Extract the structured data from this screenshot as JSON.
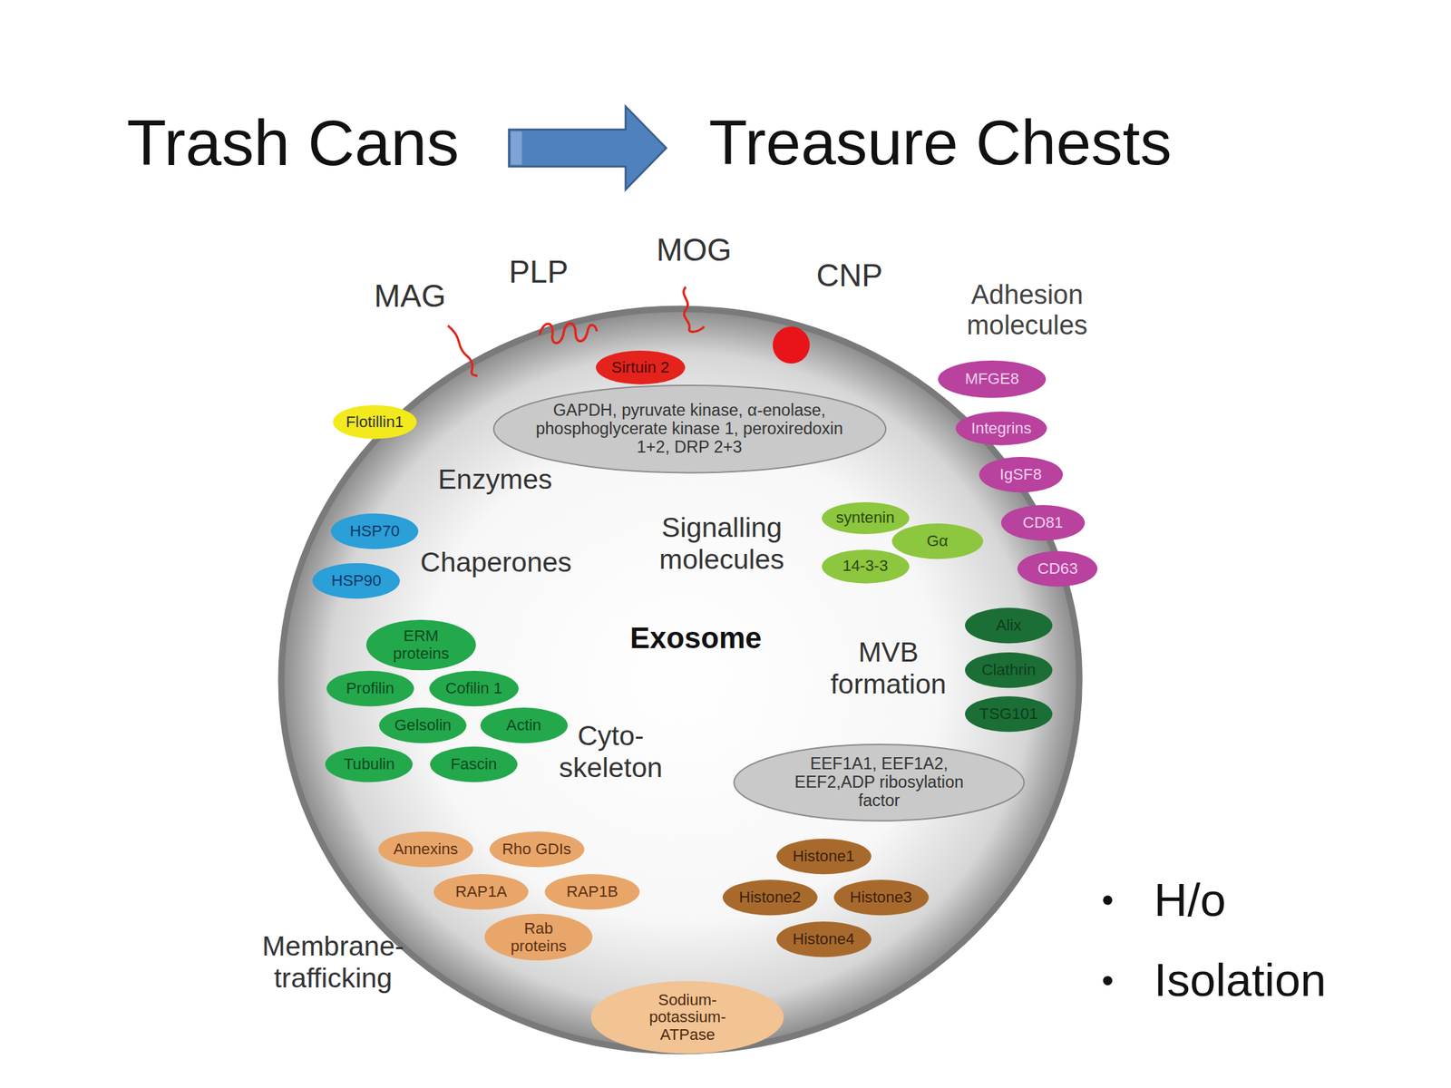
{
  "diagram": {
    "nodes": [
      {
        "text": [
          "Exosome"
        ]
      },
      {
        "text": [
          "Sirtuin 2"
        ],
        "in": 0
      },
      {
        "text": [
          "GAPDH, pyruvate kinase, α-enolase, phosphoglycerate kinase 1, peroxiredoxin 1+2, DRP 2+3"
        ],
        "in": 0
      },
      {
        "text": [
          "Flotillin1"
        ],
        "in": 0
      },
      {
        "text": [
          "MFGE8"
        ],
        "in": 0
      },
      {
        "text": [
          "Integrins"
        ],
        "in": 0
      },
      {
        "text": [
          "IgSF8"
        ],
        "in": 0
      },
      {
        "text": [
          "CD81"
        ],
        "in": 0
      },
      {
        "text": [
          "CD63"
        ],
        "in": 0
      },
      {
        "text": [
          "HSP70"
        ],
        "in": 0
      },
      {
        "text": [
          "HSP90"
        ],
        "in": 0
      },
      {
        "text": [
          "syntenin"
        ],
        "in": 0
      },
      {
        "text": [
          "Gα"
        ],
        "in": 0
      },
      {
        "text": [
          "14-3-3"
        ],
        "in": 0
      },
      {
        "text": [
          "ERM proteins"
        ],
        "in": 0
      },
      {
        "text": [
          "Profilin"
        ],
        "in": 0
      },
      {
        "text": [
          "Cofilin 1"
        ],
        "in": 0
      },
      {
        "text": [
          "Gelsolin"
        ],
        "in": 0
      },
      {
        "text": [
          "Actin"
        ],
        "in": 0
      },
      {
        "text": [
          "Tubulin"
        ],
        "in": 0
      },
      {
        "text": [
          "Fascin"
        ],
        "in": 0
      },
      {
        "text": [
          "Alix"
        ],
        "in": 0
      },
      {
        "text": [
          "Clathrin"
        ],
        "in": 0
      },
      {
        "text": [
          "TSG101"
        ],
        "in": 0
      },
      {
        "text": [
          "EEF1A1, EEF1A2, EEF2,ADP ribosylation factor"
        ],
        "in": 0
      },
      {
        "text": [
          "Annexins"
        ],
        "in": 0
      },
      {
        "text": [
          "Rho GDIs"
        ],
        "in": 0
      },
      {
        "text": [
          "RAP1A"
        ],
        "in": 0
      },
      {
        "text": [
          "RAP1B"
        ],
        "in": 0
      },
      {
        "text": [
          "Rab proteins"
        ],
        "in": 0
      },
      {
        "text": [
          "Histone1"
        ],
        "in": 0
      },
      {
        "text": [
          "Histone2"
        ],
        "in": 0
      },
      {
        "text": [
          "Histone3"
        ],
        "in": 0
      },
      {
        "text": [
          "Histone4"
        ],
        "in": 0
      },
      {
        "text": [
          "Sodium-potassium-ATPase"
        ],
        "in": 0
      }
    ],
    "labels": [
      "Trash Cans",
      "Treasure Chests",
      "MAG",
      "PLP",
      "MOG",
      "CNP",
      "Adhesion molecules",
      "Enzymes",
      "Chaperones",
      "Signalling molecules",
      "MVB formation",
      "Cyto- skeleton",
      "Membrane- trafficking",
      "H/o",
      "Isolation"
    ]
  }
}
